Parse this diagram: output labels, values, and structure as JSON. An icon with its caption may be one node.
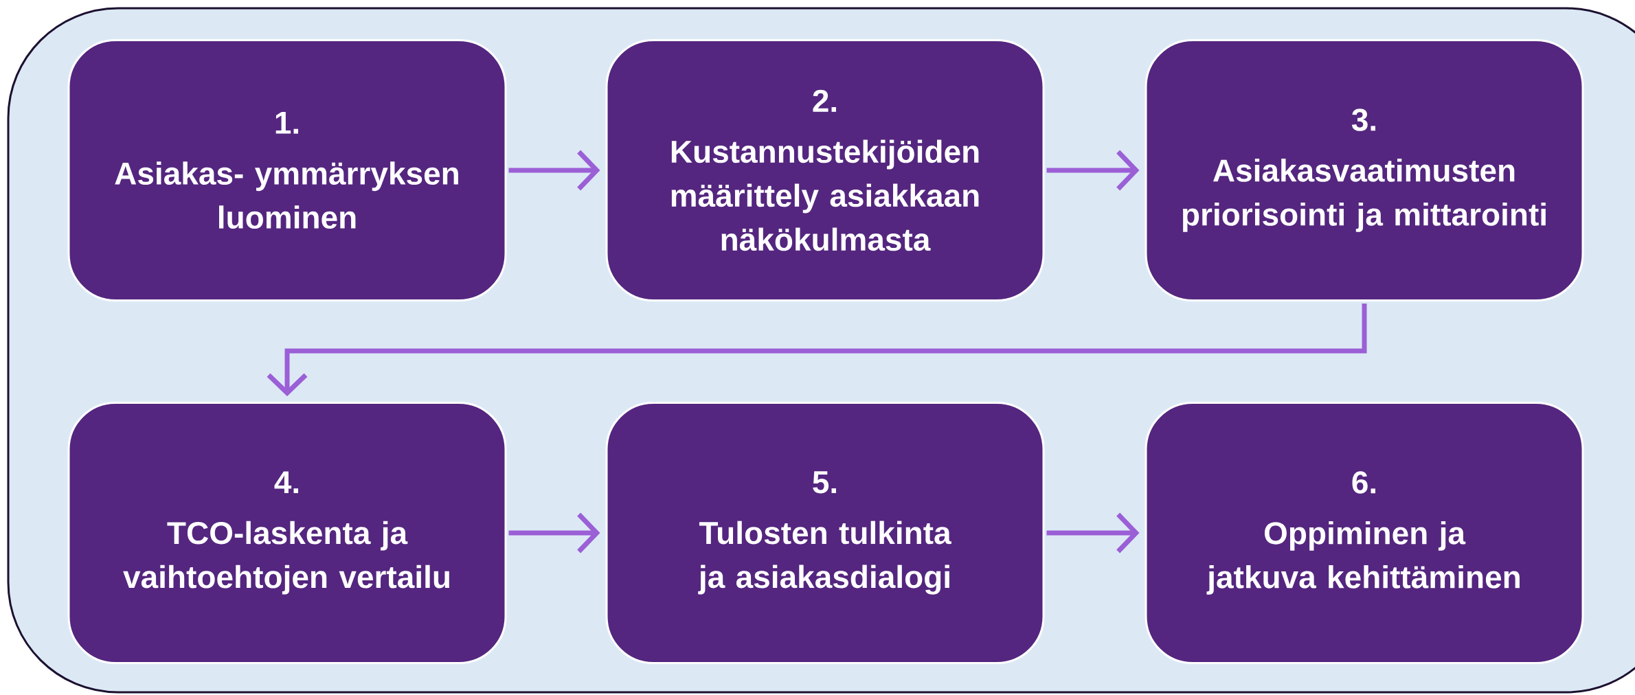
{
  "diagram": {
    "nodes": [
      {
        "text": [
          "1.",
          "Asiakas- ymmärryksen luominen"
        ]
      },
      {
        "text": [
          "2.",
          "Kustannustekijöiden määrittely asiakkaan näkökulmasta"
        ]
      },
      {
        "text": [
          "3.",
          "Asiakasvaatimusten priorisointi ja mittarointi"
        ]
      },
      {
        "text": [
          "4.",
          "TCO-laskenta ja vaihtoehtojen vertailu"
        ]
      },
      {
        "text": [
          "5.",
          "Tulosten tulkinta ja asiakasdialogi"
        ]
      },
      {
        "text": [
          "6.",
          "Oppiminen ja jatkuva kehittäminen"
        ]
      }
    ],
    "edges": [
      {
        "from": 0,
        "to": 1,
        "arrow": "to"
      },
      {
        "from": 1,
        "to": 2,
        "arrow": "to"
      },
      {
        "from": 2,
        "to": 3,
        "arrow": "to"
      },
      {
        "from": 3,
        "to": 4,
        "arrow": "to"
      },
      {
        "from": 4,
        "to": 5,
        "arrow": "to"
      }
    ]
  }
}
